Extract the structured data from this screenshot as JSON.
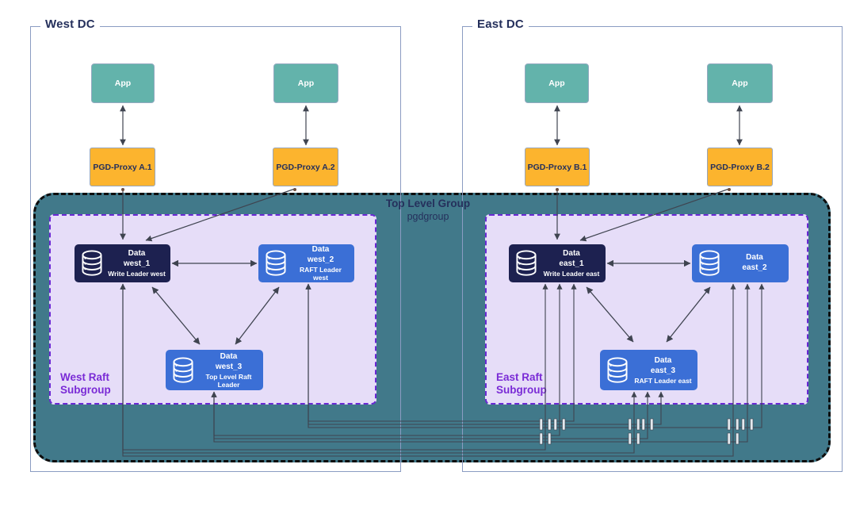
{
  "west_dc": {
    "label": "West DC"
  },
  "east_dc": {
    "label": "East DC"
  },
  "apps": [
    {
      "label": "App"
    },
    {
      "label": "App"
    },
    {
      "label": "App"
    },
    {
      "label": "App"
    }
  ],
  "proxies": [
    {
      "label": "PGD-Proxy A.1"
    },
    {
      "label": "PGD-Proxy A.2"
    },
    {
      "label": "PGD-Proxy B.1"
    },
    {
      "label": "PGD-Proxy B.2"
    }
  ],
  "top_level_group": {
    "title": "Top Level Group",
    "name": "pgdgroup"
  },
  "subgroups": [
    {
      "label": "West Raft Subgroup"
    },
    {
      "label": "East Raft Subgroup"
    }
  ],
  "nodes": [
    {
      "id": "west_1",
      "title": "Data\nwest_1",
      "role": "Write Leader west"
    },
    {
      "id": "west_2",
      "title": "Data\nwest_2",
      "role": "RAFT Leader west"
    },
    {
      "id": "west_3",
      "title": "Data\nwest_3",
      "role": "Top Level Raft Leader"
    },
    {
      "id": "east_1",
      "title": "Data\neast_1",
      "role": "Write Leader east"
    },
    {
      "id": "east_2",
      "title": "Data\neast_2",
      "role": ""
    },
    {
      "id": "east_3",
      "title": "Data\neast_3",
      "role": "RAFT Leader east"
    }
  ],
  "colors": {
    "app_fill": "#63b3ab",
    "proxy_fill": "#fcb42e",
    "top_level_group_fill": "#41798a",
    "subgroup_fill": "#e6ddf8",
    "subgroup_border": "#6a28d4",
    "subgroup_label": "#7a2bd6",
    "node_dark": "#1d2150",
    "node_blue": "#3b6fd6",
    "label_navy": "#25305c",
    "arrow": "#3f4450"
  }
}
